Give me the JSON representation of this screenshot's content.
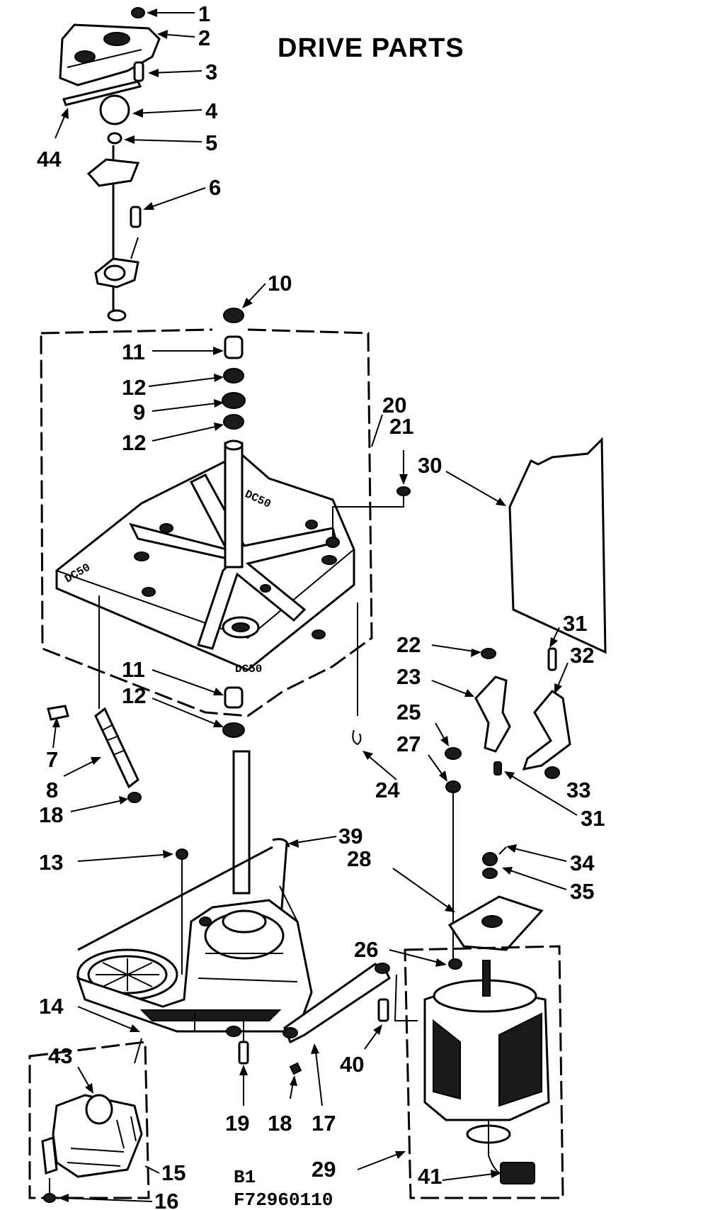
{
  "diagram": {
    "title": "DRIVE PARTS",
    "footer": {
      "line1": "B1",
      "line2": "F72960110"
    },
    "labels": [
      {
        "id": "1",
        "text": "1"
      },
      {
        "id": "2",
        "text": "2"
      },
      {
        "id": "3",
        "text": "3"
      },
      {
        "id": "4",
        "text": "4"
      },
      {
        "id": "5",
        "text": "5"
      },
      {
        "id": "6",
        "text": "6"
      },
      {
        "id": "44",
        "text": "44"
      },
      {
        "id": "10",
        "text": "10"
      },
      {
        "id": "11a",
        "text": "11"
      },
      {
        "id": "12a",
        "text": "12"
      },
      {
        "id": "9",
        "text": "9"
      },
      {
        "id": "12b",
        "text": "12"
      },
      {
        "id": "20",
        "text": "20"
      },
      {
        "id": "21",
        "text": "21"
      },
      {
        "id": "30",
        "text": "30"
      },
      {
        "id": "11b",
        "text": "11"
      },
      {
        "id": "12c",
        "text": "12"
      },
      {
        "id": "7",
        "text": "7"
      },
      {
        "id": "8",
        "text": "8"
      },
      {
        "id": "18a",
        "text": "18"
      },
      {
        "id": "24",
        "text": "24"
      },
      {
        "id": "22",
        "text": "22"
      },
      {
        "id": "23",
        "text": "23"
      },
      {
        "id": "25",
        "text": "25"
      },
      {
        "id": "27",
        "text": "27"
      },
      {
        "id": "31a",
        "text": "31"
      },
      {
        "id": "32",
        "text": "32"
      },
      {
        "id": "33",
        "text": "33"
      },
      {
        "id": "31b",
        "text": "31"
      },
      {
        "id": "13",
        "text": "13"
      },
      {
        "id": "39",
        "text": "39"
      },
      {
        "id": "28",
        "text": "28"
      },
      {
        "id": "34",
        "text": "34"
      },
      {
        "id": "35",
        "text": "35"
      },
      {
        "id": "26",
        "text": "26"
      },
      {
        "id": "14",
        "text": "14"
      },
      {
        "id": "43",
        "text": "43"
      },
      {
        "id": "40",
        "text": "40"
      },
      {
        "id": "19",
        "text": "19"
      },
      {
        "id": "18b",
        "text": "18"
      },
      {
        "id": "17",
        "text": "17"
      },
      {
        "id": "15",
        "text": "15"
      },
      {
        "id": "16",
        "text": "16"
      },
      {
        "id": "29",
        "text": "29"
      },
      {
        "id": "41",
        "text": "41"
      }
    ]
  }
}
